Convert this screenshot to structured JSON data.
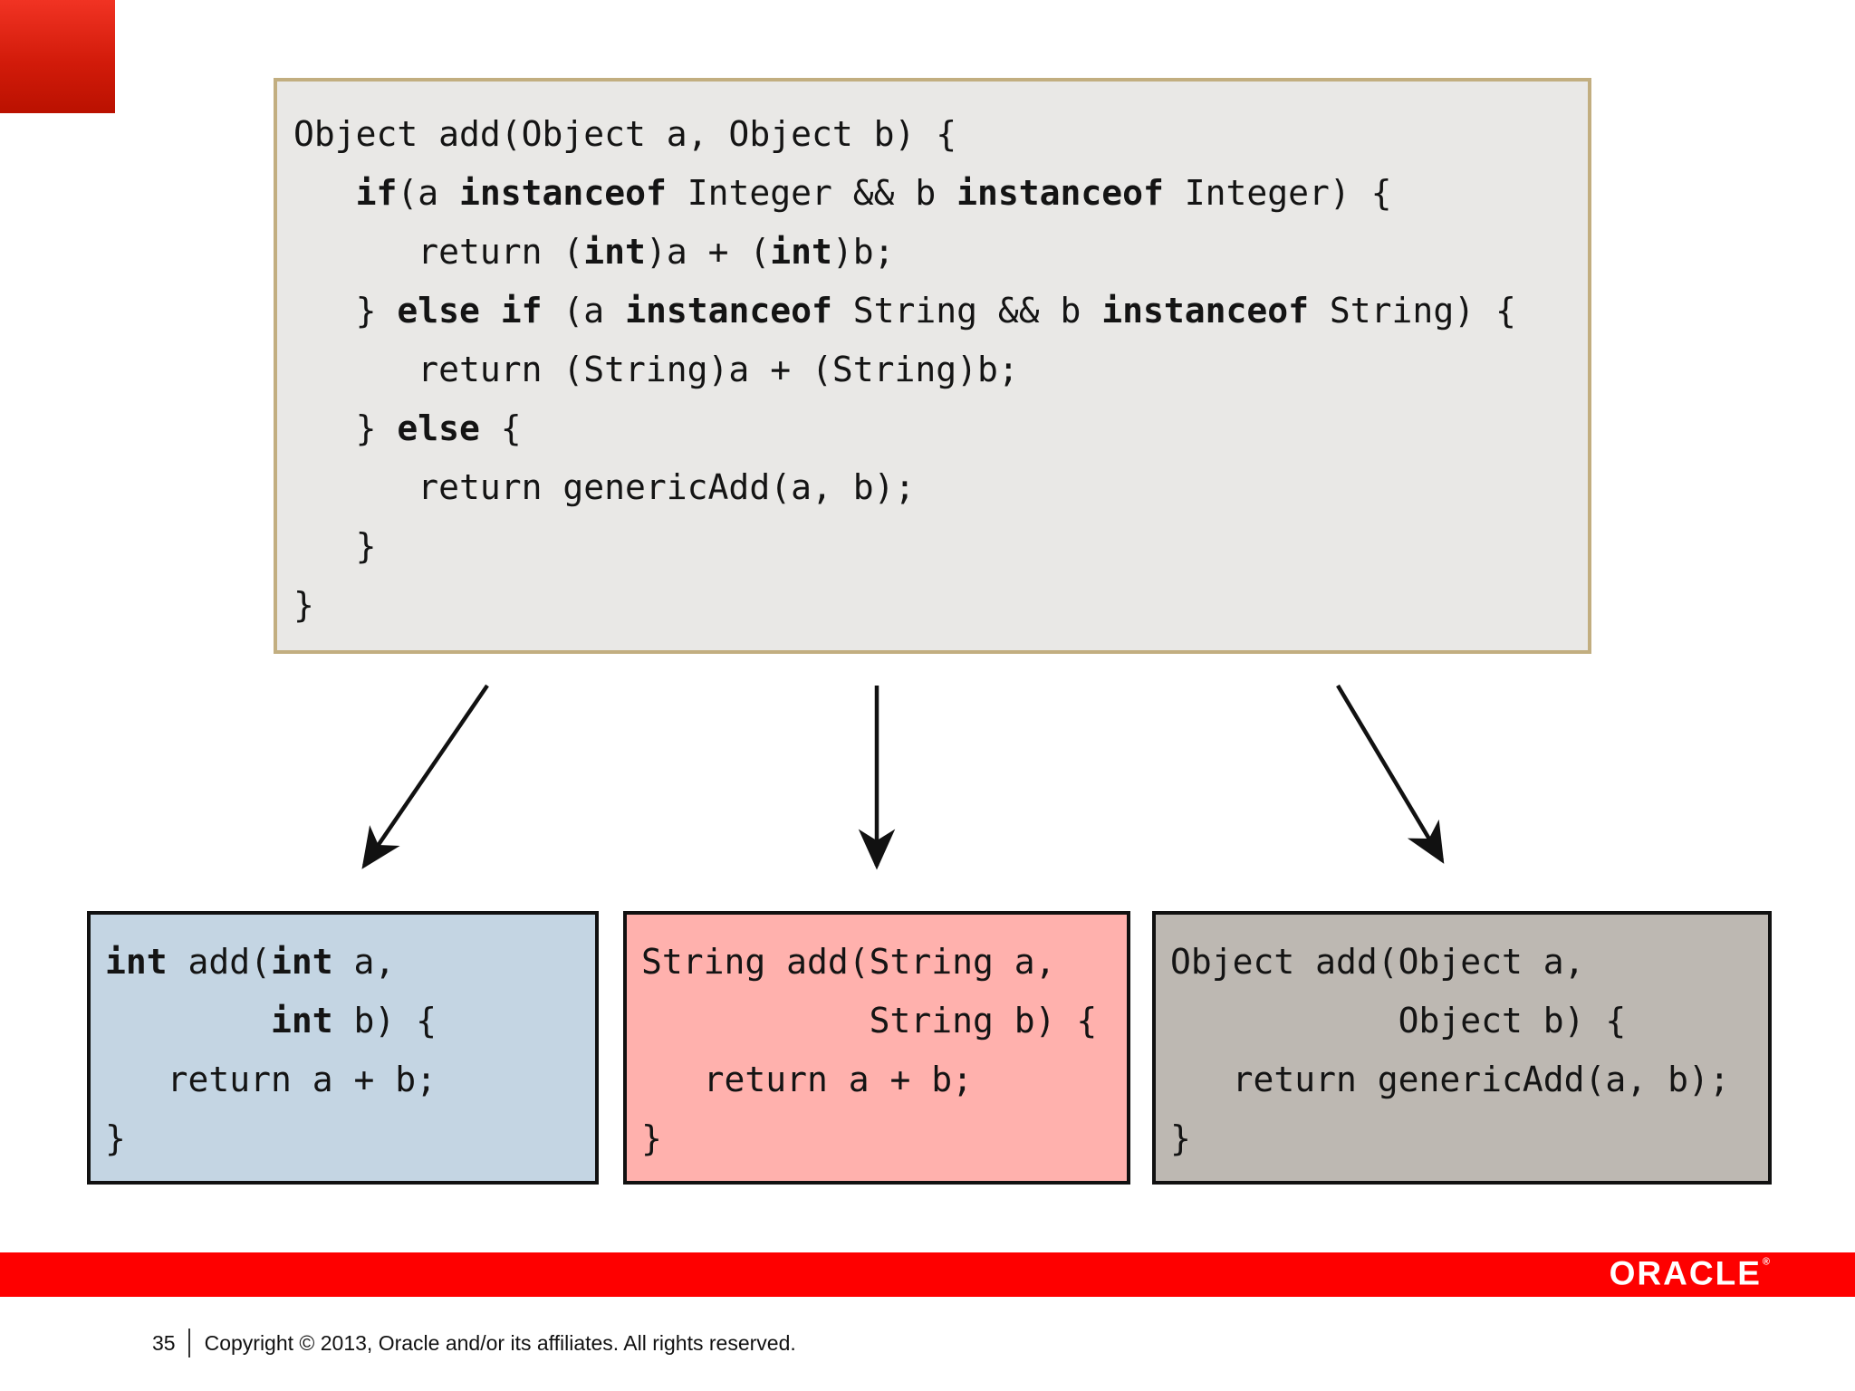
{
  "slide": {
    "page_number": "35",
    "copyright": "Copyright © 2013, Oracle and/or its affiliates. All rights reserved.",
    "brand_logo": "ORACLE",
    "brand_logo_mark": "®"
  },
  "colors": {
    "brand_red": "#fe0000",
    "corner_gradient_top": "#f13323",
    "corner_gradient_bottom": "#ba1100",
    "main_box_bg": "#e9e8e6",
    "main_box_border": "#c2ae80",
    "int_box_bg": "#c4d5e3",
    "string_box_bg": "#ffb1ad",
    "object_box_bg": "#bdb8b2",
    "box_border": "#111111",
    "code_text": "#141414"
  },
  "arrows": [
    {
      "name": "arrow-to-int-specialization",
      "direction": "down-left"
    },
    {
      "name": "arrow-to-string-specialization",
      "direction": "down"
    },
    {
      "name": "arrow-to-generic-fallback",
      "direction": "down-right"
    }
  ],
  "code_boxes": {
    "main": {
      "lines": [
        [
          {
            "t": "Object add(Object a, Object b) {"
          }
        ],
        [
          {
            "t": "   "
          },
          {
            "t": "if",
            "b": 1
          },
          {
            "t": "(a "
          },
          {
            "t": "instanceof",
            "b": 1
          },
          {
            "t": " Integer && b "
          },
          {
            "t": "instanceof",
            "b": 1
          },
          {
            "t": " Integer) {"
          }
        ],
        [
          {
            "t": "      return ("
          },
          {
            "t": "int",
            "b": 1
          },
          {
            "t": ")a + ("
          },
          {
            "t": "int",
            "b": 1
          },
          {
            "t": ")b;"
          }
        ],
        [
          {
            "t": "   } "
          },
          {
            "t": "else if",
            "b": 1
          },
          {
            "t": " (a "
          },
          {
            "t": "instanceof",
            "b": 1
          },
          {
            "t": " String && b "
          },
          {
            "t": "instanceof",
            "b": 1
          },
          {
            "t": " String) {"
          }
        ],
        [
          {
            "t": "      return (String)a + (String)b;"
          }
        ],
        [
          {
            "t": "   } "
          },
          {
            "t": "else",
            "b": 1
          },
          {
            "t": " {"
          }
        ],
        [
          {
            "t": "      return genericAdd(a, b);"
          }
        ],
        [
          {
            "t": "   }"
          }
        ],
        [
          {
            "t": "}"
          }
        ]
      ]
    },
    "int_add": {
      "lines": [
        [
          {
            "t": "int",
            "b": 1
          },
          {
            "t": " add("
          },
          {
            "t": "int",
            "b": 1
          },
          {
            "t": " a,"
          }
        ],
        [
          {
            "t": "        "
          },
          {
            "t": "int",
            "b": 1
          },
          {
            "t": " b) {"
          }
        ],
        [
          {
            "t": "   return a + b;"
          }
        ],
        [
          {
            "t": "}"
          }
        ]
      ]
    },
    "string_add": {
      "lines": [
        [
          {
            "t": "String add(String a,"
          }
        ],
        [
          {
            "t": "           String b) {"
          }
        ],
        [
          {
            "t": "   return a + b;"
          }
        ],
        [
          {
            "t": "}"
          }
        ]
      ]
    },
    "object_add": {
      "lines": [
        [
          {
            "t": "Object add(Object a,"
          }
        ],
        [
          {
            "t": "           Object b) {"
          }
        ],
        [
          {
            "t": "   return genericAdd(a, b);"
          }
        ],
        [
          {
            "t": "}"
          }
        ]
      ]
    }
  }
}
